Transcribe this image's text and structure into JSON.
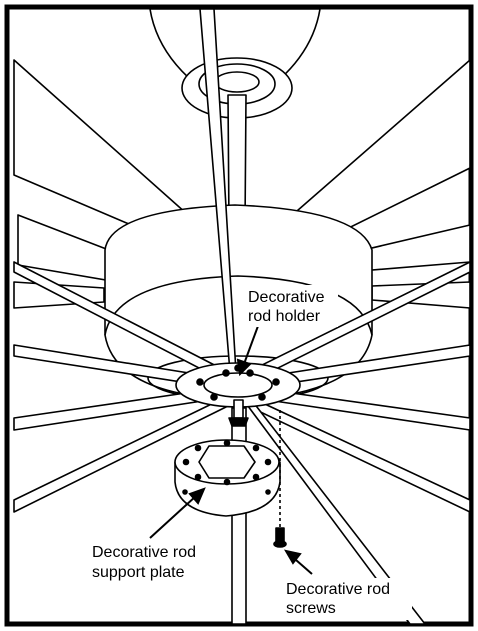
{
  "labels": {
    "rod_holder_line1": "Decorative",
    "rod_holder_line2": "rod holder",
    "support_plate_line1": "Decorative rod",
    "support_plate_line2": "support plate",
    "screws_line1": "Decorative rod",
    "screws_line2": "screws"
  },
  "colors": {
    "ink": "#000000",
    "paper": "#ffffff"
  }
}
